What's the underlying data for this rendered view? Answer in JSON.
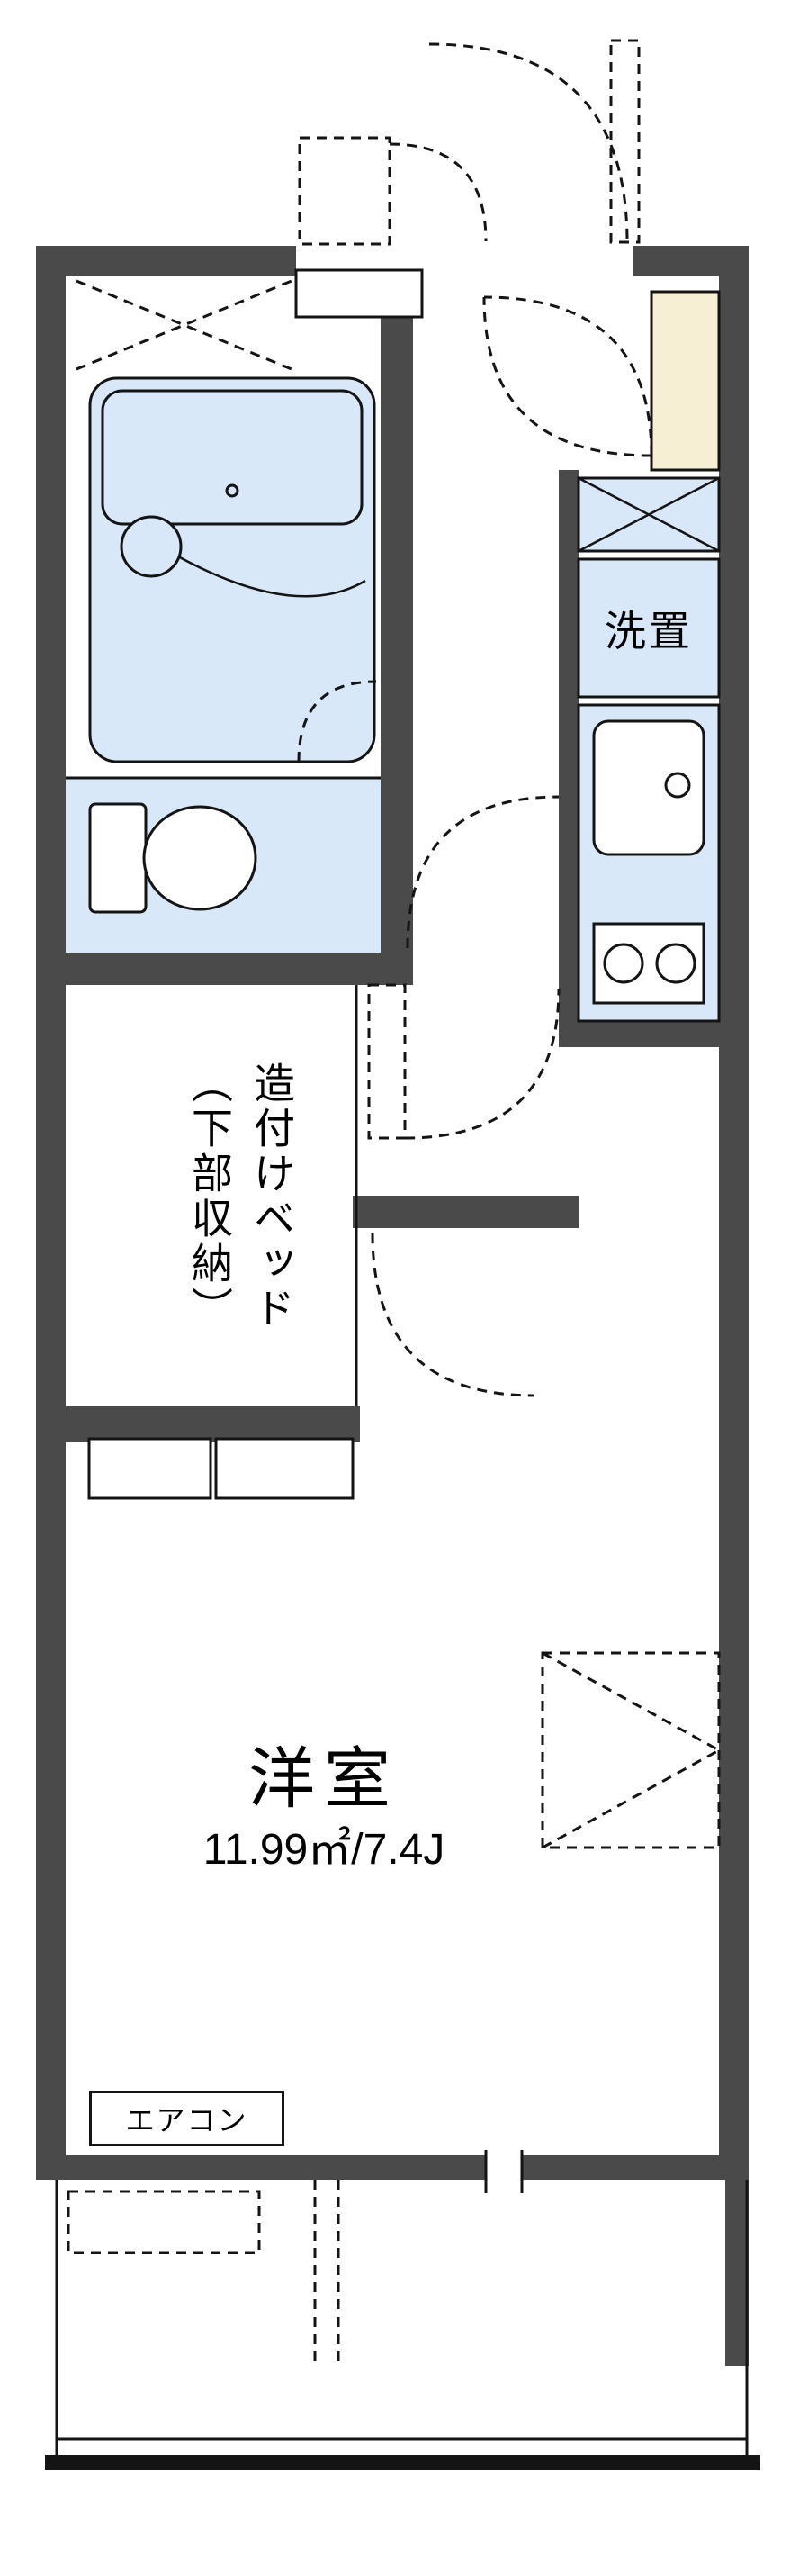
{
  "title": "apartment-floor-plan",
  "colors": {
    "wall": "#4a4a4a",
    "line": "#141414",
    "fixture": "#d9e8f8",
    "cabinet": "#f6efd3",
    "bg": "#ffffff"
  },
  "labels": {
    "washer": "洗置",
    "built_in_bed_col1": "造付けベッド",
    "built_in_bed_col2": "（下部収納）",
    "room_name": "洋室",
    "room_size": "11.99㎡/7.4J",
    "aircon": "エアコン"
  }
}
